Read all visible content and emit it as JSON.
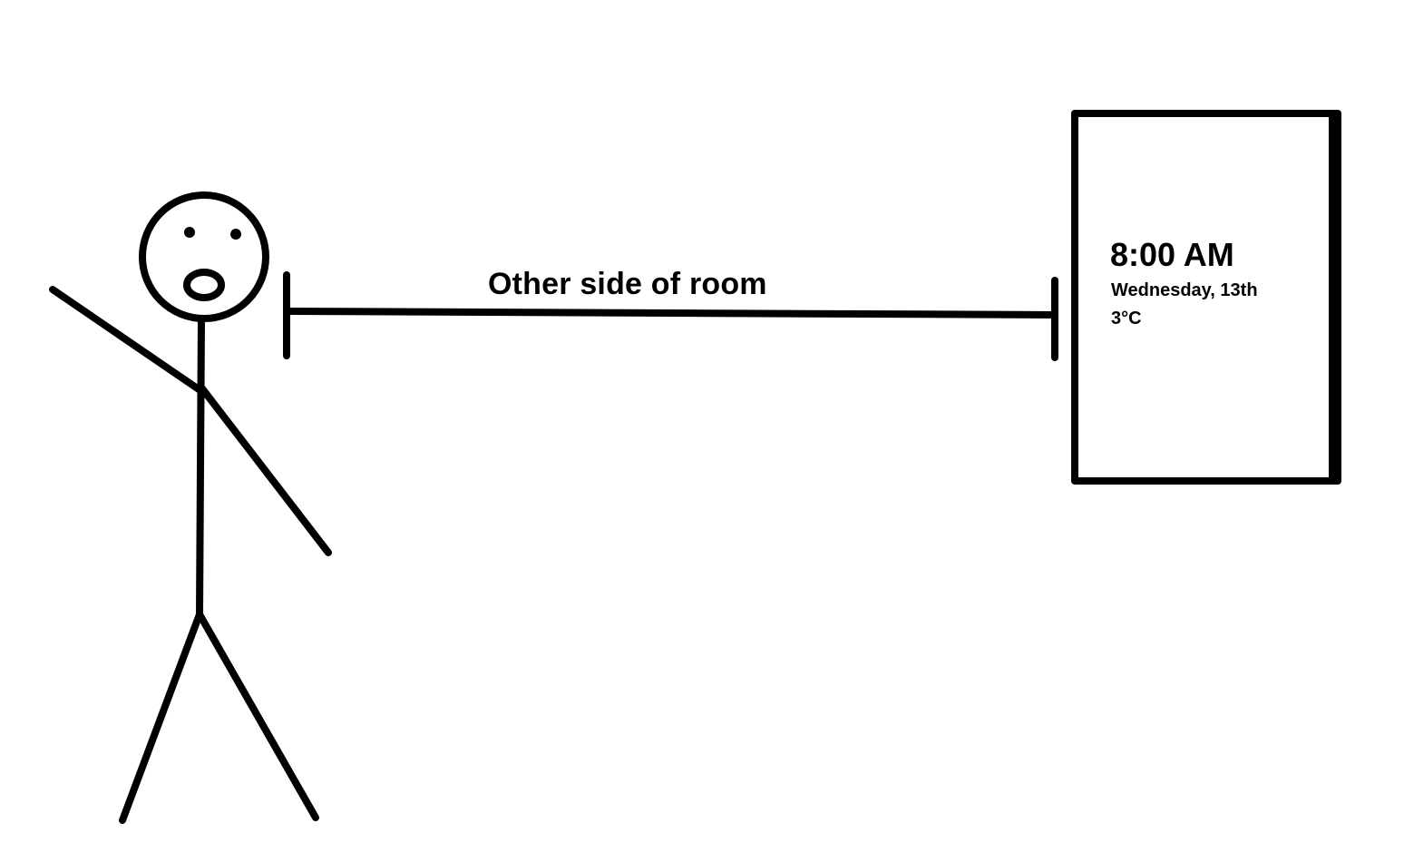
{
  "measurement": {
    "label": "Other side of room"
  },
  "display": {
    "time": "8:00 AM",
    "date": "Wednesday, 13th",
    "temperature": "3°C"
  },
  "colors": {
    "ink": "#000000",
    "background": "#ffffff"
  }
}
